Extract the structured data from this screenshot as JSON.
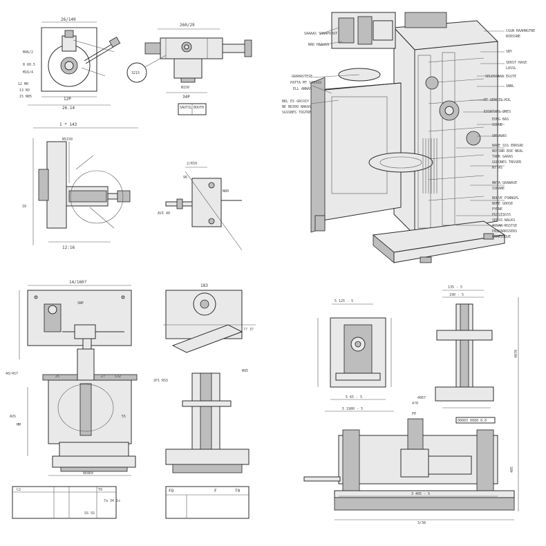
{
  "q1": {
    "top_dim_a": "26/149",
    "top_dim_b": "260/29",
    "side_labels": [
      "M46/2",
      "8 60.5",
      "M16/4",
      "12 M0",
      "13 N3",
      "15 N85"
    ],
    "bottom_dim_a": "12P",
    "bottom_dim_b": "26.14",
    "callout": "3215",
    "dim_c": "N150",
    "dim_d": "34P",
    "titlebox": [
      "SAUTIL",
      "BOUTH"
    ],
    "mid_dim": "1 * 143",
    "mid_label": "N5150",
    "bottom_dim": "12:16",
    "left_label": "18",
    "r_dim": "2/659",
    "r_label1": "96",
    "r_label2": "N80",
    "r_label3": "AVI 40"
  },
  "q2": {
    "labels_left": [
      "SAAAAS SHAAPOOST",
      "NAD HAAUSS",
      "GRAHASTESE",
      "PATTA MT SASSSS",
      "ELL ANNAS",
      "BKL ES GRCOIY",
      "NE NO300 NAKAS",
      "SGSSBES TOGTRE"
    ],
    "labels_right": [
      "CGGN RAAHWGTBE",
      "NIBSSNE",
      "SBY",
      "SERST HASE",
      "LASSL",
      "SELDSSAGS EGSTE",
      "SNNL",
      "NT SENSTS KUL",
      "EXSNTANS ONES",
      "EONG BAS",
      "SSHUE",
      "SNSAVAS",
      "NAPE SSS ERRSAD",
      "NOSSNR BSE NKAL",
      "TANK GARAS",
      "GGEONES TNSSER",
      "NTTAS",
      "NNTA GRAWAVE",
      "SSHANE",
      "NORVE PSNNGPL",
      "NONE GHOSE",
      "PYENE",
      "PGSSTSGSS",
      "SEDSS NALKS",
      "ASSAK NSSTSE",
      "PASRARRSSERS",
      "PTRESSOUE"
    ]
  },
  "q3": {
    "top_dim": "14/160?",
    "top_dim_b": "183",
    "left_labels": [
      "40/4S7",
      "AVS",
      "MM"
    ],
    "mid_labels": [
      "SNP",
      "25",
      "2?",
      "132",
      "55"
    ],
    "base_dim": "8E8E0",
    "dim_right": "?? 3?",
    "callouts": [
      "2P1 RSS",
      "N95"
    ],
    "title_left": [
      "C2",
      "T0",
      "SS SS"
    ],
    "title_right": [
      "FO",
      "F",
      "T0"
    ],
    "note": "7a 34 1s"
  },
  "q4": {
    "top_dims": [
      "5 125 - 5",
      "135 - 5",
      "190 - 5"
    ],
    "mid_dims": [
      "5 65 - 5",
      "5 1980 - 5",
      "4067",
      "4?0"
    ],
    "right_dim": "4070",
    "part_no": "00003 0000 0.0",
    "bottom_dim_a": "3 405 - 5",
    "bottom_dim_b": "3/38",
    "side_dim": "405",
    "side_dim_b": "P0"
  }
}
